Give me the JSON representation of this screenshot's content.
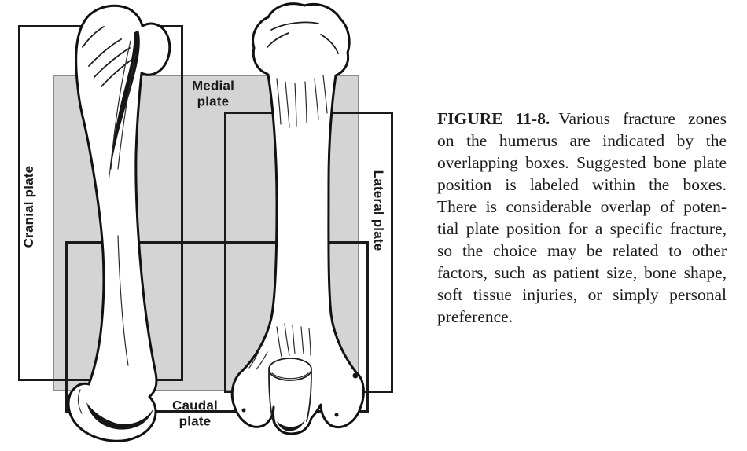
{
  "figure": {
    "diagram": {
      "plate_zones": [
        {
          "name": "cranial",
          "label": "Cranial plate",
          "orientation": "vertical-left"
        },
        {
          "name": "medial",
          "label": "Medial plate",
          "orientation": "horizontal-top"
        },
        {
          "name": "lateral",
          "label": "Lateral plate",
          "orientation": "vertical-right"
        },
        {
          "name": "caudal",
          "label": "Caudal plate",
          "orientation": "horizontal-bottom"
        }
      ],
      "illustrations": [
        "humerus-lateral-view",
        "humerus-caudal-view"
      ],
      "colors": {
        "zone_fill": "#d4d4d4",
        "zone_border": "#8c8c8c",
        "box_outline": "#1a1a1a",
        "background": "#ffffff"
      }
    },
    "caption": {
      "figure_label": "FIGURE 11-8.",
      "lines": [
        "Various fracture zones",
        "on the humerus are indicated by the",
        "overlapping boxes. Suggested bone plate",
        "position is labeled within the boxes.",
        "There is considerable overlap of poten-",
        "tial plate position for a specific fracture,",
        "so the choice may be related to other",
        "factors, such as patient size, bone shape,",
        "soft tissue injuries, or simply personal",
        "preference."
      ]
    }
  }
}
